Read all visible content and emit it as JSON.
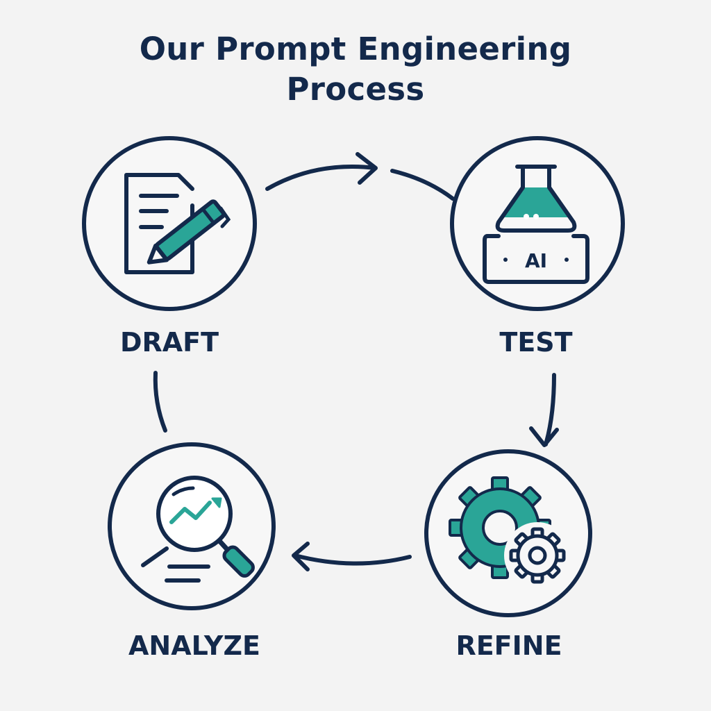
{
  "title": {
    "line1": "Our Prompt Engineering",
    "line2": "Process"
  },
  "steps": [
    {
      "id": "draft",
      "label": "DRAFT",
      "icon": "document-pencil-icon"
    },
    {
      "id": "test",
      "label": "TEST",
      "icon": "flask-ai-icon",
      "badge": "AI"
    },
    {
      "id": "refine",
      "label": "REFINE",
      "icon": "gears-icon"
    },
    {
      "id": "analyze",
      "label": "ANALYZE",
      "icon": "magnifier-chart-icon"
    }
  ],
  "colors": {
    "navy": "#13294b",
    "teal": "#2aa597",
    "background": "#f3f3f3",
    "circle_fill": "#f7f7f7"
  }
}
